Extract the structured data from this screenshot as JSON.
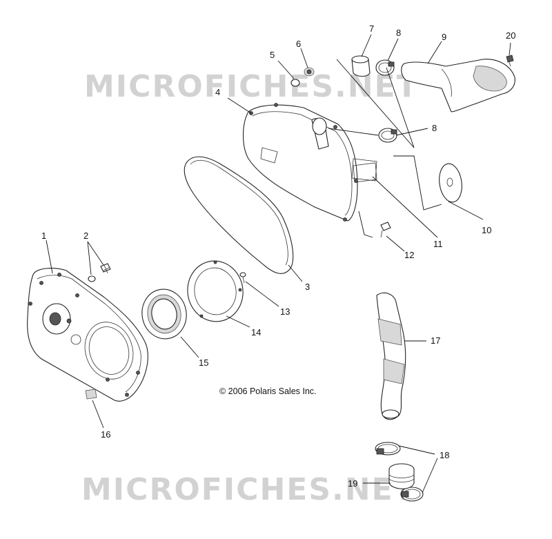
{
  "diagram": {
    "copyright": "© 2006 Polaris Sales Inc.",
    "watermark_top": "MICROFICHES.NET",
    "watermark_bottom": "MICROFICHES.NET",
    "colors": {
      "line": "#222222",
      "watermark": "#c8c8c8",
      "shade": "#d8d8d8"
    },
    "callouts": [
      {
        "id": "c1",
        "text": "1"
      },
      {
        "id": "c2",
        "text": "2"
      },
      {
        "id": "c3",
        "text": "3"
      },
      {
        "id": "c4",
        "text": "4"
      },
      {
        "id": "c5",
        "text": "5"
      },
      {
        "id": "c6",
        "text": "6"
      },
      {
        "id": "c7",
        "text": "7"
      },
      {
        "id": "c8a",
        "text": "8"
      },
      {
        "id": "c8b",
        "text": "8"
      },
      {
        "id": "c9",
        "text": "9"
      },
      {
        "id": "c10",
        "text": "10"
      },
      {
        "id": "c11",
        "text": "11"
      },
      {
        "id": "c12",
        "text": "12"
      },
      {
        "id": "c13",
        "text": "13"
      },
      {
        "id": "c14",
        "text": "14"
      },
      {
        "id": "c15",
        "text": "15"
      },
      {
        "id": "c16",
        "text": "16"
      },
      {
        "id": "c17",
        "text": "17"
      },
      {
        "id": "c18",
        "text": "18"
      },
      {
        "id": "c19",
        "text": "19"
      },
      {
        "id": "c20",
        "text": "20"
      }
    ]
  }
}
